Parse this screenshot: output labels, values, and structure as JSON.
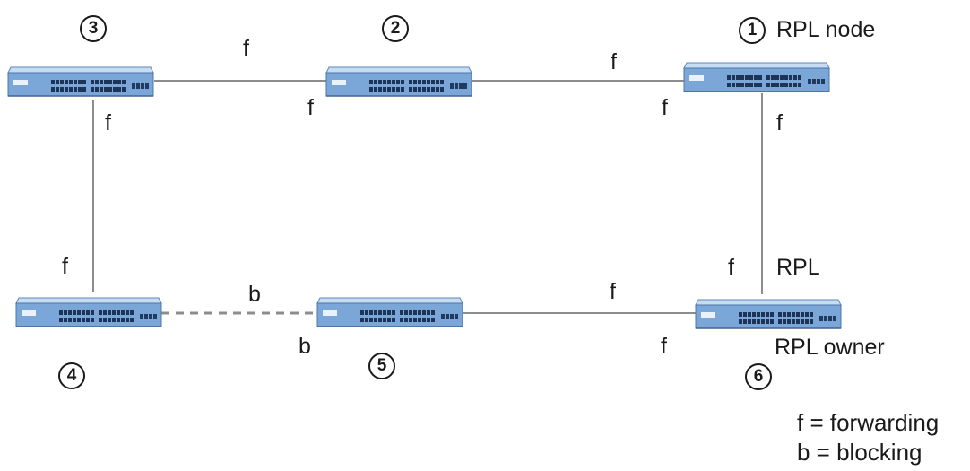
{
  "link_state": {
    "forwarding": "f",
    "blocking": "b"
  },
  "nodes": [
    {
      "id": "1",
      "label": "RPL node"
    },
    {
      "id": "2"
    },
    {
      "id": "3"
    },
    {
      "id": "4"
    },
    {
      "id": "5"
    },
    {
      "id": "6",
      "label": "RPL owner"
    }
  ],
  "links": [
    {
      "from": "3",
      "to": "2",
      "state": "forwarding"
    },
    {
      "from": "2",
      "to": "1",
      "state": "forwarding"
    },
    {
      "from": "3",
      "to": "4",
      "state": "forwarding"
    },
    {
      "from": "1",
      "to": "6",
      "state": "forwarding",
      "label": "RPL"
    },
    {
      "from": "4",
      "to": "5",
      "state": "blocking"
    },
    {
      "from": "5",
      "to": "6",
      "state": "forwarding"
    }
  ],
  "legend": [
    {
      "text": "f = forwarding"
    },
    {
      "text": "b = blocking"
    }
  ],
  "colors": {
    "switch_body": "#7aa6d8",
    "switch_top": "#c5dcf3",
    "line": "#8c8c8c"
  }
}
